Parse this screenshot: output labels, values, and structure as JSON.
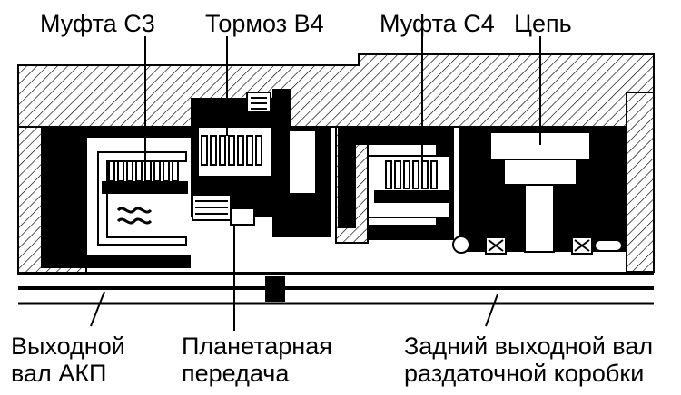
{
  "labels": {
    "clutch_c3": "Муфта С3",
    "brake_b4": "Тормоз В4",
    "clutch_c4": "Муфта С4",
    "chain": "Цепь",
    "output_shaft_line1": "Выходной",
    "output_shaft_line2": "вал АКП",
    "planetary_line1": "Планетарная",
    "planetary_line2": "передача",
    "rear_shaft_line1": "Задний выходной вал",
    "rear_shaft_line2": "раздаточной коробки"
  },
  "colors": {
    "ink": "#000000",
    "background": "#ffffff"
  }
}
